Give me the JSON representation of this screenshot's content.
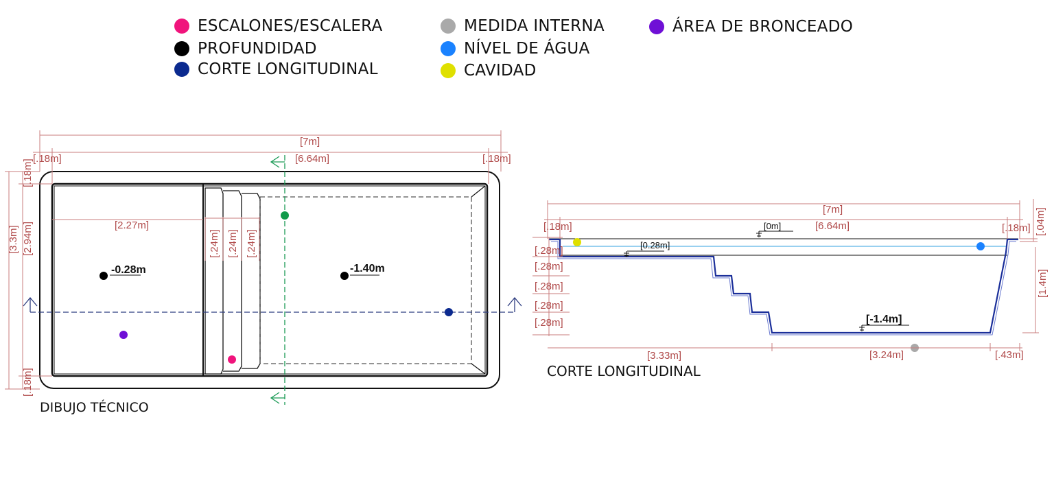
{
  "legend": {
    "items": [
      {
        "label": "ESCALONES/ESCALERA",
        "color": "#f0147c"
      },
      {
        "label": "PROFUNDIDAD",
        "color": "#000000"
      },
      {
        "label": "CORTE LONGITUDINAL",
        "color": "#0b2a8f"
      },
      {
        "label": "MEDIDA INTERNA",
        "color": "#a9a9a9"
      },
      {
        "label": "NÍVEL DE ÁGUA",
        "color": "#1a82ff"
      },
      {
        "label": "CAVIDAD",
        "color": "#dfe000"
      },
      {
        "label": "ÁREA DE BRONCEADO",
        "color": "#6f0fd6"
      }
    ]
  },
  "plan": {
    "caption": "DIBUJO TÉCNICO",
    "dims": {
      "total_length": "[7m]",
      "inner_length": "[6.64m]",
      "wall_left": "[.18m]",
      "wall_right": "[.18m]",
      "total_width": "[3.3m]",
      "inner_width": "[2.94m]",
      "wall_top": "[.18m]",
      "wall_bottom": "[.18m]",
      "tanning_length": "[2.27m]",
      "step_1": "[.24m]",
      "step_2": "[.24m]",
      "step_3": "[.24m]"
    },
    "depth_shallow": "-0.28m",
    "depth_deep": "-1.40m"
  },
  "section": {
    "caption": "CORTE LONGITUDINAL",
    "dims": {
      "total_length": "[7m]",
      "inner_length": "[6.64m]",
      "wall_left": "[.18m]",
      "wall_right": "[.18m]",
      "rim_height": "[.04m]",
      "depth_total": "[1.4m]",
      "riser_1": "[.28m]",
      "riser_2": "[.28m]",
      "riser_3": "[.28m]",
      "riser_4": "[.28m]",
      "riser_5": "[.28m]",
      "shallow_length": "[3.33m]",
      "deep_length": "[3.24m]",
      "slope_length": "[.43m]"
    },
    "level_top": "[0m]",
    "level_shelf": "[0.28m]",
    "level_bottom": "[-1.4m]"
  }
}
